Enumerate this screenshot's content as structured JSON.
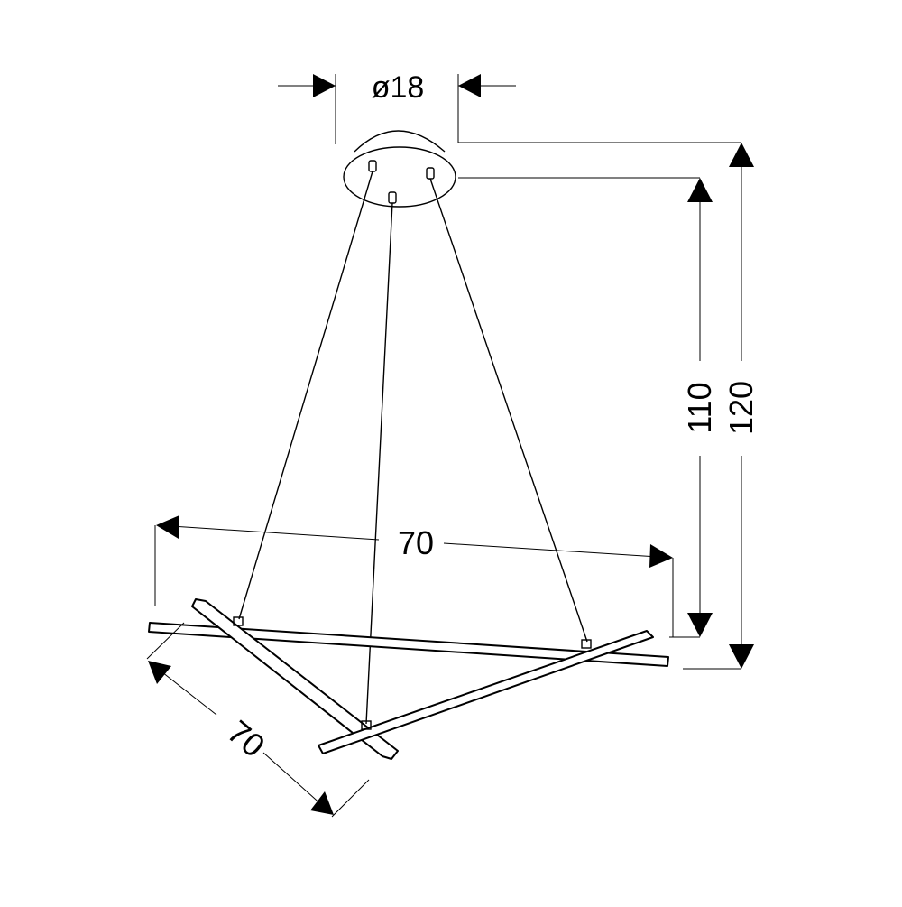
{
  "dimensions": {
    "canopy_diameter": "ø18",
    "height_to_bars": "110",
    "overall_height": "120",
    "width_front": "70",
    "width_side": "70"
  }
}
